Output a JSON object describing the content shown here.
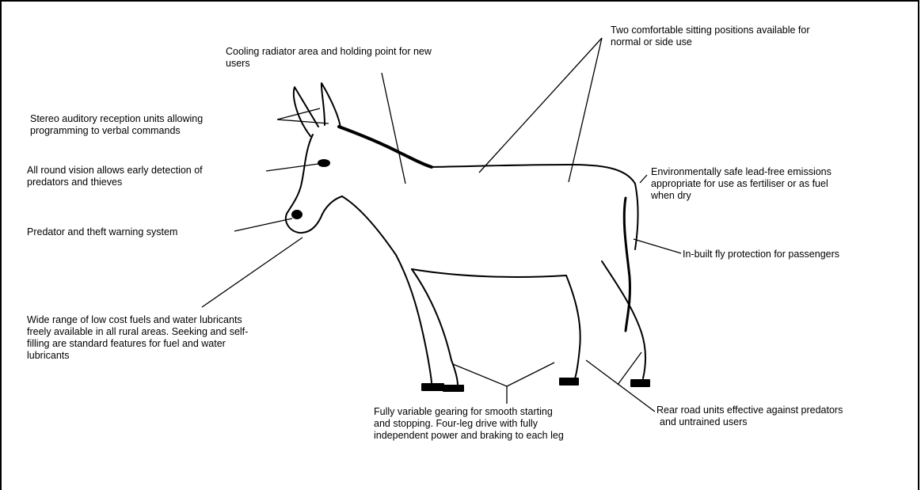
{
  "labels": {
    "cooling": [
      "Cooling radiator area and holding point for new",
      "users"
    ],
    "sitting": [
      "Two comfortable sitting positions available for",
      "normal or side use"
    ],
    "stereo": [
      "Stereo auditory reception units allowing",
      "programming to verbal commands"
    ],
    "vision": [
      "All round vision allows early detection of",
      "predators and thieves"
    ],
    "emissions": [
      "Environmentally safe lead-free emissions",
      "appropriate for use as fertiliser or as fuel",
      "when dry"
    ],
    "warning": "Predator and theft warning system",
    "fly": "In-built fly protection for passengers",
    "fuels": [
      "Wide range of low cost fuels and water lubricants",
      "freely available in all rural areas. Seeking and self-",
      "filling are standard features for fuel and water",
      "lubricants"
    ],
    "gearing": [
      "Fully variable gearing for smooth starting",
      "and stopping. Four-leg drive with fully",
      "independent power and braking to each leg"
    ],
    "rear": [
      "Rear road units effective against predators",
      "and untrained users"
    ]
  }
}
